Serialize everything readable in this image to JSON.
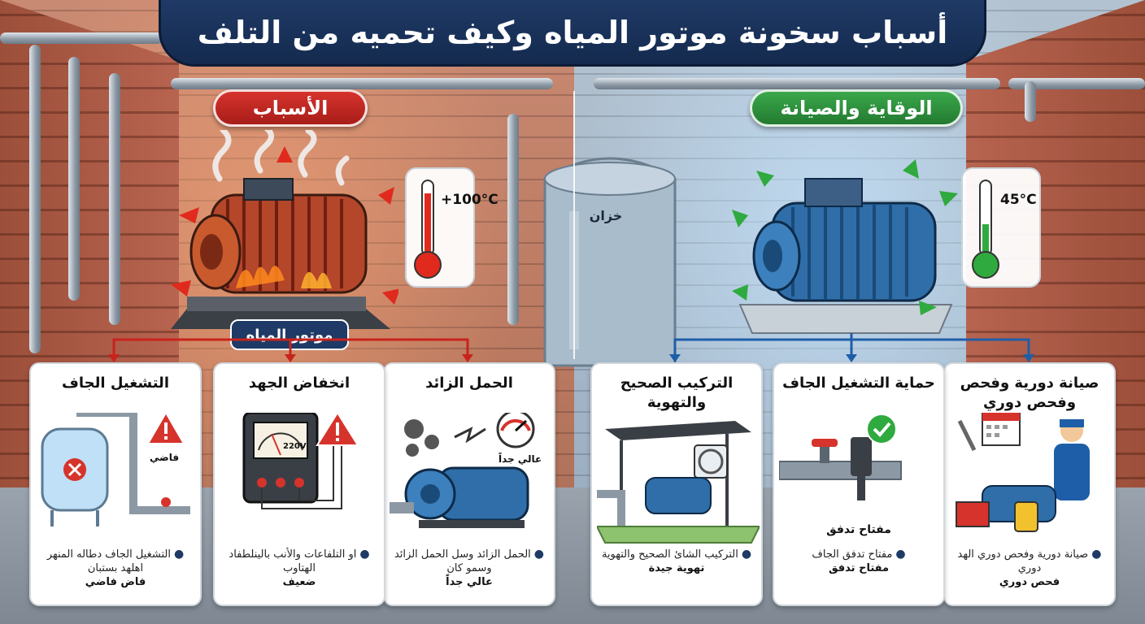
{
  "title": "أسباب سخونة موتور المياه وكيف تحميه من التلف",
  "causes": {
    "heading": "الأسباب",
    "motor_label": "موتور المياه",
    "thermometer": "100°C+",
    "color": "#d6332c",
    "cards": [
      {
        "title": "الحمل الزائد",
        "art_label": "عالي جداً",
        "body": "الحمل الزائد وسل الحمل الزائد وسمو كان",
        "bold": "عالي جداً"
      },
      {
        "title": "انخفاض الجهد",
        "art_label": "220V",
        "body": "او التلفاعات والأنب بالينلطفاد الهتاوب",
        "bold": "ضعيف"
      },
      {
        "title": "التشغيل الجاف",
        "art_label": "فاضي",
        "body": "التشغيل الجاف دطاله المنهر اهلهد بستبان",
        "bold": "فاض فاضي"
      }
    ]
  },
  "prevention": {
    "heading": "الوقاية والصيانة",
    "tank_label": "خزان",
    "thermometer": "45°C",
    "color": "#3aa84a",
    "cards": [
      {
        "title": "صيانة دورية وفحص وفحص دوري",
        "body": "صيانة دورية وفحص دوري الهد دوري",
        "bold": "فحص دوري"
      },
      {
        "title": "حماية التشغيل الجاف",
        "sub": "مفتاح تدفق",
        "body": "مفتاح تدفق الجاف",
        "bold": "مفتاح تدفق"
      },
      {
        "title": "التركيب الصحيح والتهوية",
        "body": "التركيب الشائ الصحيح والتهوية",
        "bold": "تهوية جيدة"
      }
    ]
  }
}
